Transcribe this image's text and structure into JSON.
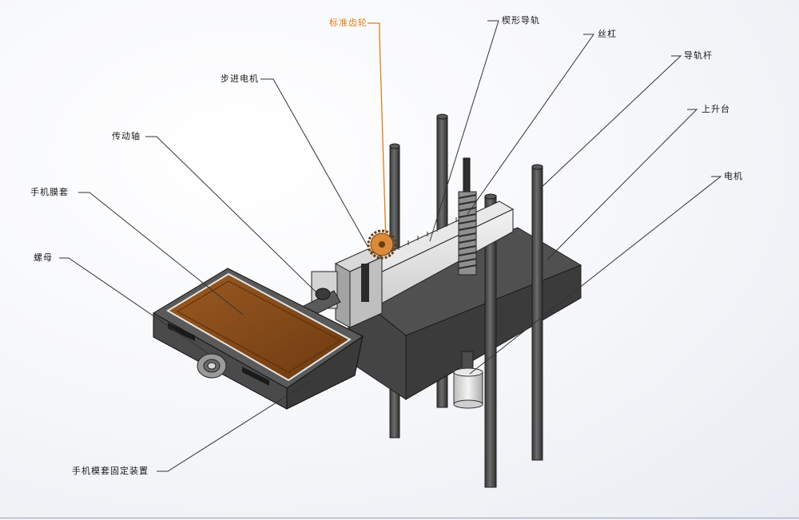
{
  "labels": {
    "standard_gear": "标准齿轮",
    "wedge_rail": "楔形导轨",
    "lead_screw": "丝杠",
    "guide_rod": "导轨杆",
    "lift_table": "上升台",
    "motor": "电机",
    "stepper_motor": "步进电机",
    "drive_shaft": "传动轴",
    "phone_film_case": "手机膜套",
    "nut": "螺母",
    "phone_case_fixture": "手机模套固定装置"
  },
  "colors": {
    "highlight": "#e07b1a",
    "platform": "#4a4a4a",
    "rod": "#4f4f4f",
    "film": "#8b4a16",
    "leader": "#333333"
  }
}
